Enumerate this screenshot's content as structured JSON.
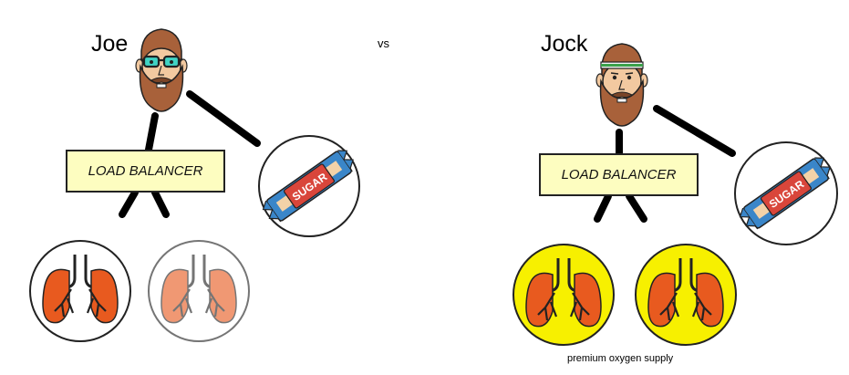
{
  "comparison": {
    "left_name": "Joe",
    "separator": "vs",
    "right_name": "Jock"
  },
  "left": {
    "load_balancer_label": "LOAD BALANCER",
    "sugar_label": "SUGAR",
    "lung_colors": [
      "#e85a1f",
      "#f2906c"
    ]
  },
  "right": {
    "load_balancer_label": "LOAD BALANCER",
    "sugar_label": "SUGAR",
    "lung_backgrounds": [
      "#f7f000",
      "#f7f000"
    ],
    "note": "premium oxygen supply"
  },
  "colors": {
    "connector": "#000000",
    "load_balancer_fill": "#fdfdc0",
    "hair": "#a8613a",
    "headband": "#3aa14a",
    "glasses": "#3fd3c4",
    "sugar_wrapper": "#3a86c9",
    "sugar_label": "#d9463b"
  },
  "icons": [
    "bearded-man-glasses-icon",
    "bearded-man-headband-icon",
    "sugar-bar-icon",
    "lungs-icon"
  ]
}
